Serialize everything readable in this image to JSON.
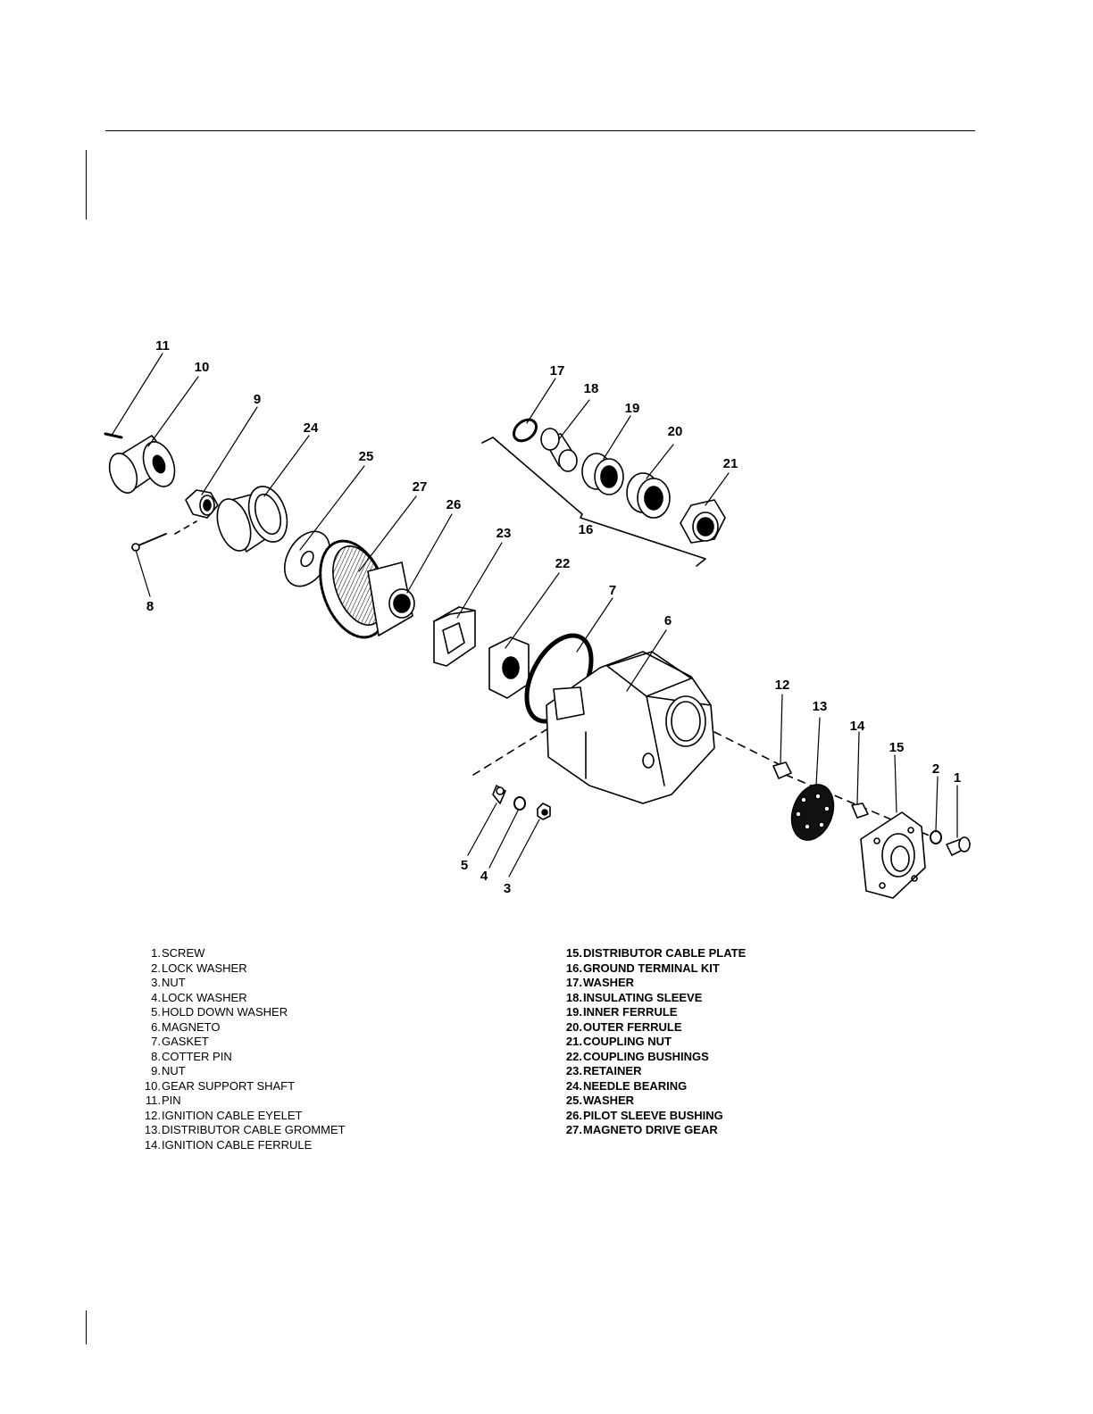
{
  "callouts": [
    "1",
    "2",
    "3",
    "4",
    "5",
    "6",
    "7",
    "8",
    "9",
    "10",
    "11",
    "12",
    "13",
    "14",
    "15",
    "16",
    "17",
    "18",
    "19",
    "20",
    "21",
    "22",
    "23",
    "24",
    "25",
    "26",
    "27"
  ],
  "legend_left": [
    {
      "num": "1.",
      "label": "SCREW"
    },
    {
      "num": "2.",
      "label": "LOCK WASHER"
    },
    {
      "num": "3.",
      "label": "NUT"
    },
    {
      "num": "4.",
      "label": "LOCK WASHER"
    },
    {
      "num": "5.",
      "label": "HOLD DOWN WASHER"
    },
    {
      "num": "6.",
      "label": "MAGNETO"
    },
    {
      "num": "7.",
      "label": "GASKET"
    },
    {
      "num": "8.",
      "label": "COTTER PIN"
    },
    {
      "num": "9.",
      "label": "NUT"
    },
    {
      "num": "10.",
      "label": "GEAR SUPPORT SHAFT"
    },
    {
      "num": "11.",
      "label": "PIN"
    },
    {
      "num": "12.",
      "label": "IGNITION CABLE EYELET"
    },
    {
      "num": "13.",
      "label": "DISTRIBUTOR CABLE GROMMET"
    },
    {
      "num": "14.",
      "label": "IGNITION CABLE FERRULE"
    }
  ],
  "legend_right": [
    {
      "num": "15.",
      "label": "DISTRIBUTOR CABLE PLATE"
    },
    {
      "num": "16.",
      "label": "GROUND TERMINAL KIT"
    },
    {
      "num": "17.",
      "label": "WASHER"
    },
    {
      "num": "18.",
      "label": "INSULATING SLEEVE"
    },
    {
      "num": "19.",
      "label": "INNER FERRULE"
    },
    {
      "num": "20.",
      "label": "OUTER FERRULE"
    },
    {
      "num": "21.",
      "label": "COUPLING NUT"
    },
    {
      "num": "22.",
      "label": "COUPLING BUSHINGS"
    },
    {
      "num": "23.",
      "label": "RETAINER"
    },
    {
      "num": "24.",
      "label": "NEEDLE BEARING"
    },
    {
      "num": "25.",
      "label": "WASHER"
    },
    {
      "num": "26.",
      "label": "PILOT SLEEVE BUSHING"
    },
    {
      "num": "27.",
      "label": "MAGNETO DRIVE GEAR"
    }
  ]
}
